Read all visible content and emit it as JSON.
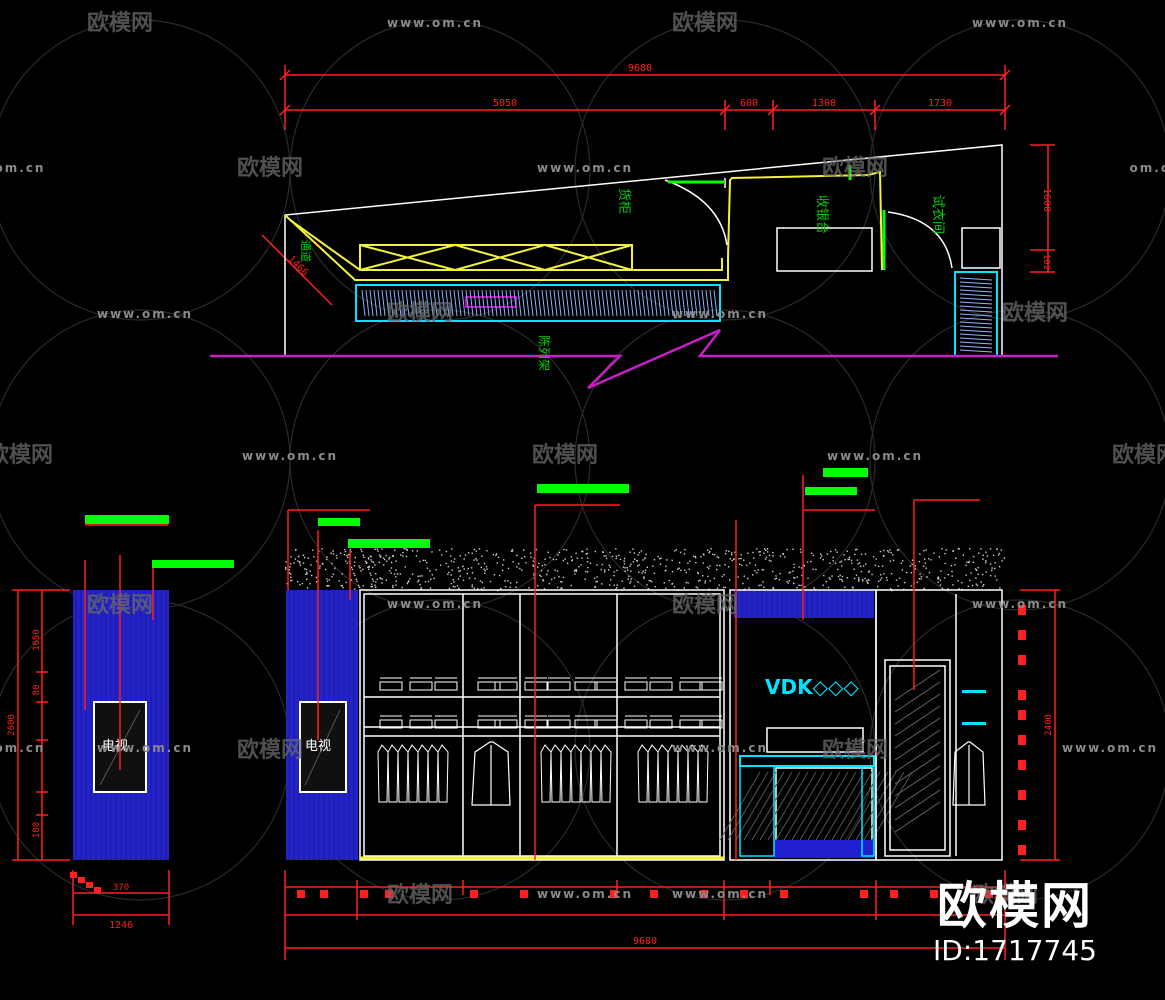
{
  "watermark": {
    "logo_text": "欧模网",
    "url_text": "www.om.cn",
    "url_text_short": "om.cn"
  },
  "brand": {
    "title": "欧模网",
    "id": "ID:1717745"
  },
  "plan": {
    "top_dims": {
      "overall": "9680",
      "segments": [
        "5050",
        "600",
        "1300",
        "1730"
      ]
    },
    "right_dims": [
      "1600",
      "102"
    ],
    "slant_dim": "1466",
    "labels": {
      "fitting": "试衣间",
      "cashier": "收银台",
      "aisle": "通道",
      "shelf": "货柜",
      "display": "陈列架"
    }
  },
  "left_elev": {
    "tv_label": "电视",
    "bottom_dims": [
      "370",
      "1246"
    ],
    "left_dims": [
      "1650",
      "2600",
      "80",
      "180"
    ]
  },
  "main_elev": {
    "tv_label": "电视",
    "logo_text": "VDK◇◇◇",
    "right_dims": [
      "2400"
    ],
    "bottom_overall": "9680"
  },
  "colors": {
    "background": "#000000",
    "dimension": "#ff1a1a",
    "outline": "#ffffff",
    "blue_panel": "#2323c8",
    "cyan": "#00e5ff",
    "yellow": "#f2f23a",
    "magenta": "#c81ec8",
    "green": "#00ff00",
    "leader_text": "#00d000"
  }
}
